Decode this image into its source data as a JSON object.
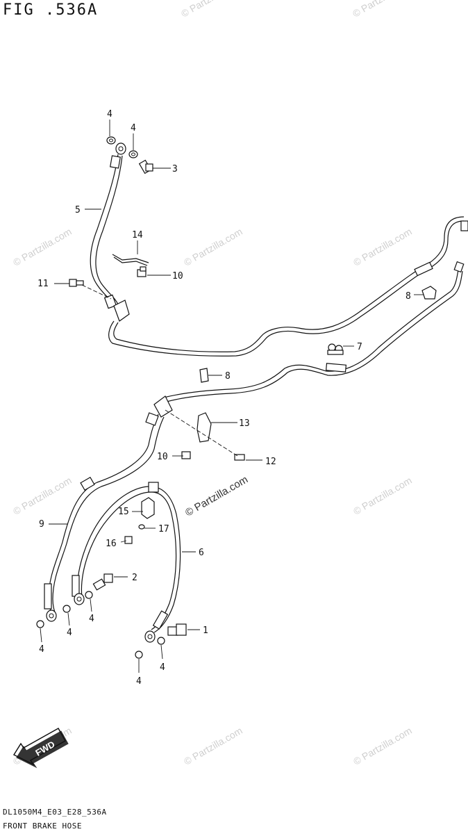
{
  "header": {
    "figure_title": "FIG .536A"
  },
  "watermark": {
    "text": "© Partzilla.com"
  },
  "footer": {
    "model_code": "DL1050M4_E03_E28_536A",
    "caption": "FRONT BRAKE HOSE"
  },
  "callouts": {
    "c1": "1",
    "c2": "2",
    "c3": "3",
    "c4a": "4",
    "c4b": "4",
    "c4c": "4",
    "c4d": "4",
    "c4e": "4",
    "c4f": "4",
    "c4g": "4",
    "c5": "5",
    "c6": "6",
    "c7": "7",
    "c8a": "8",
    "c8b": "8",
    "c9": "9",
    "c10a": "10",
    "c10b": "10",
    "c11": "11",
    "c12": "12",
    "c13": "13",
    "c14": "14",
    "c15": "15",
    "c16": "16",
    "c17": "17"
  },
  "badge": {
    "fwd": "FWD"
  },
  "colors": {
    "line": "#111111",
    "watermark": "#cfcfcf",
    "background": "#ffffff"
  }
}
